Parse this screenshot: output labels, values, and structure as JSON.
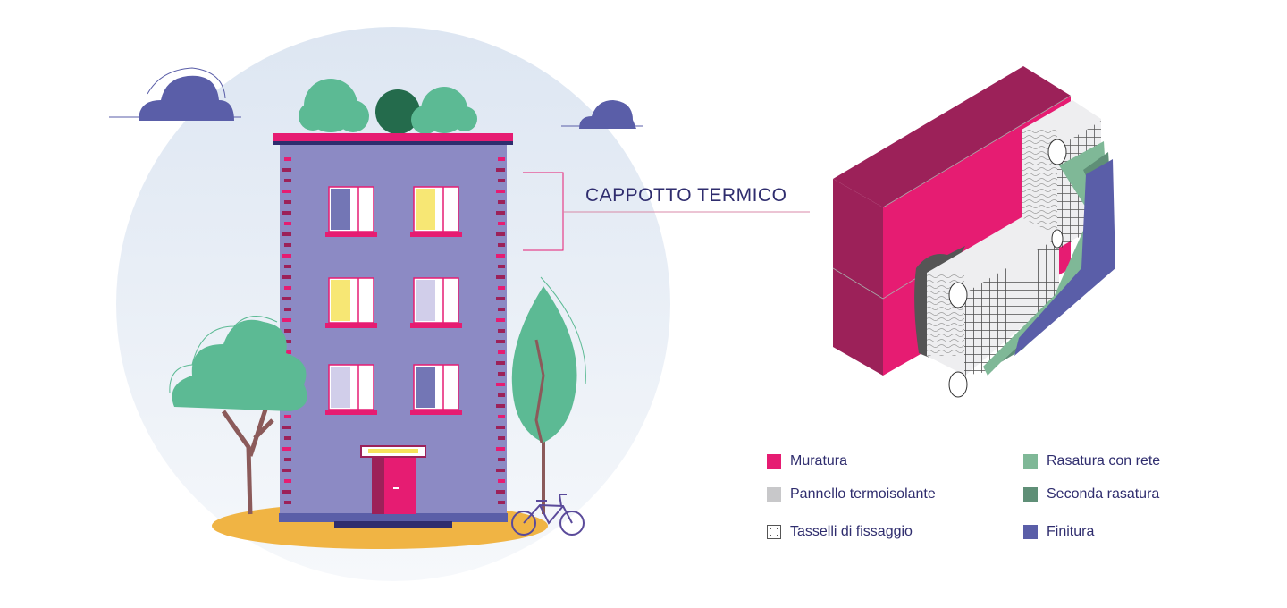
{
  "callout": {
    "label": "CAPPOTTO TERMICO"
  },
  "legend": [
    {
      "label": "Muratura",
      "color": "#e61c72",
      "icon": "square"
    },
    {
      "label": "Pannello termoisolante",
      "color": "#c8c8ca",
      "icon": "square"
    },
    {
      "label": "Tasselli di fissaggio",
      "color": "#ffffff",
      "icon": "dotted-square"
    },
    {
      "label": "Rasatura con rete",
      "color": "#7fb897",
      "icon": "square"
    },
    {
      "label": "Seconda rasatura",
      "color": "#5f8f77",
      "icon": "square"
    },
    {
      "label": "Finitura",
      "color": "#5a5ea8",
      "icon": "square"
    }
  ],
  "colors": {
    "background_circle": "#e2e9f3",
    "building": "#8c8ac4",
    "brick": "#9c2159",
    "accent_pink": "#e61c72",
    "tree_green": "#5cba94",
    "dark_green": "#246b4c",
    "cloud": "#5a5ea8",
    "ground": "#f0b444"
  }
}
